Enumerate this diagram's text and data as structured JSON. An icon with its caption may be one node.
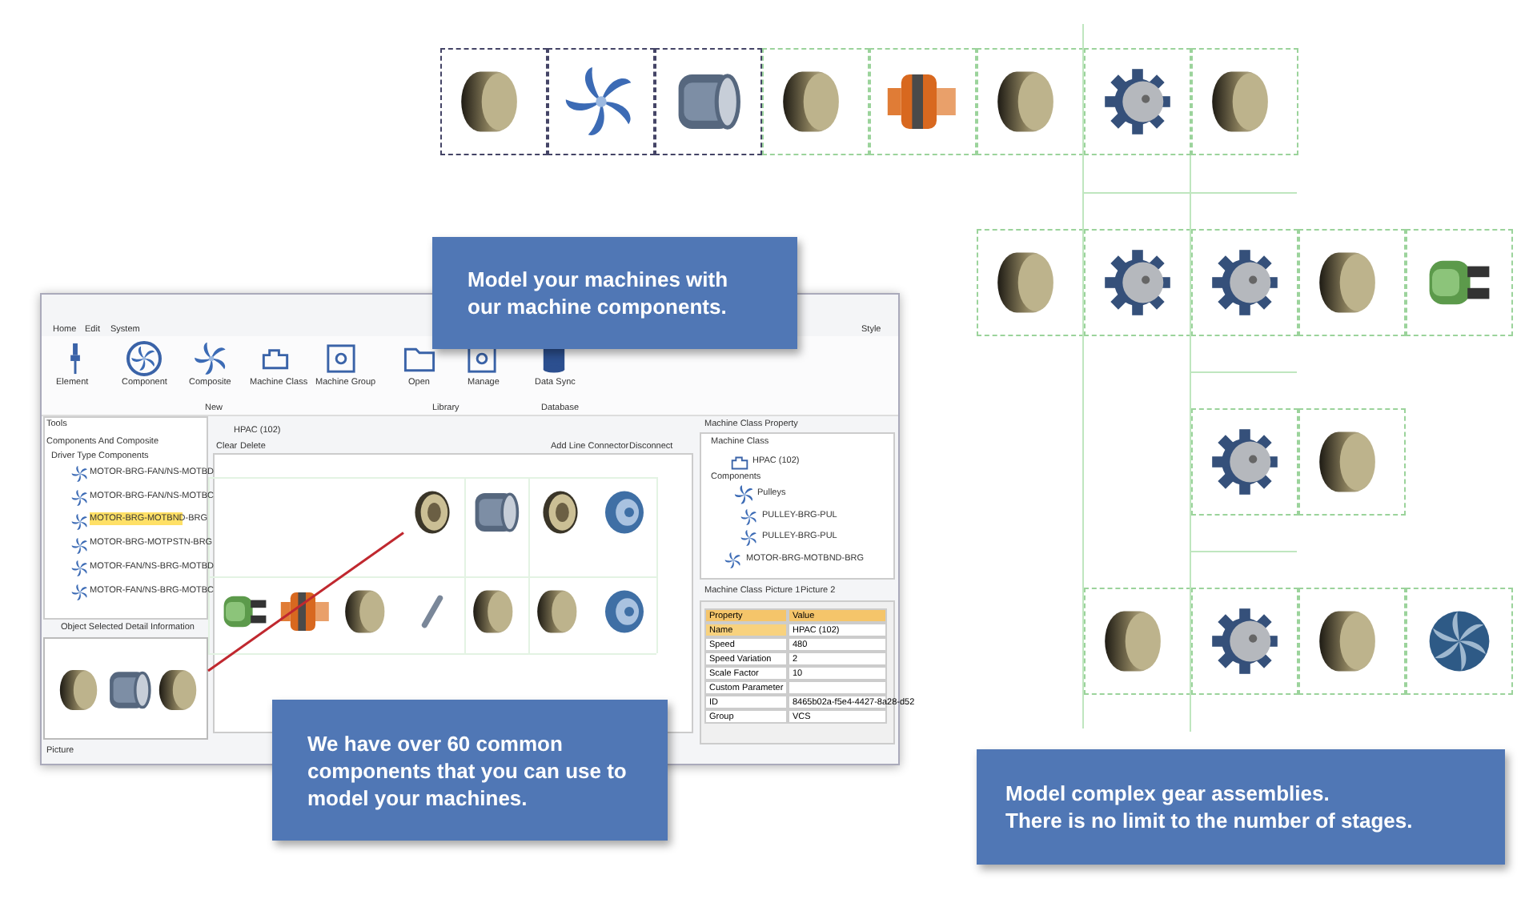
{
  "diagram": {
    "nodes": [
      {
        "text": [
          "Model your machines with our machine components."
        ]
      },
      {
        "text": [],
        "shape": "picture"
      },
      {
        "text": [],
        "shape": "picture"
      },
      {
        "text": [
          "We have over 60 common components that you can use to model your machines."
        ]
      },
      {
        "text": [
          "Model complex gear assemblies.",
          "There is no limit to the number of stages."
        ]
      }
    ],
    "edges": [
      {
        "from": 2,
        "to": 1,
        "arrow": "none"
      }
    ],
    "labels": [
      "Home",
      "Edit",
      "System",
      "Style",
      "Element",
      "Component",
      "Composite",
      "Machine Class",
      "Machine Group",
      "Open",
      "Manage",
      "Data Sync",
      "New",
      "Library",
      "Database",
      "Tools",
      "Components And Composite",
      "Driver Type Components",
      "MOTOR-BRG-FAN/NS-MOTBD",
      "MOTOR-BRG-FAN/NS-MOTBC",
      "MOTOR-BRG-MOTBND-BRG",
      "MOTOR-BRG-MOTPSTN-BRG",
      "MOTOR-FAN/NS-BRG-MOTBD",
      "MOTOR-FAN/NS-BRG-MOTBC",
      "Object Selected Detail Information",
      "Picture",
      "HPAC (102)",
      "Clear",
      "Delete",
      "Add Line Connector",
      "Disconnect",
      "Machine Class Property",
      "Machine Class",
      "HPAC (102)",
      "Components",
      "Pulleys",
      "PULLEY-BRG-PUL",
      "PULLEY-BRG-PUL",
      "MOTOR-BRG-MOTBND-BRG",
      "Machine Class",
      "Picture 1",
      "Picture 2",
      "Property",
      "Value",
      "Name",
      "HPAC (102)",
      "Speed",
      "480",
      "Speed Variation",
      "2",
      "Scale Factor",
      "10",
      "Custom Parameter",
      "ID",
      "8465b02a-f5e4-4427-8a28-d52",
      "Group",
      "VCS"
    ]
  }
}
